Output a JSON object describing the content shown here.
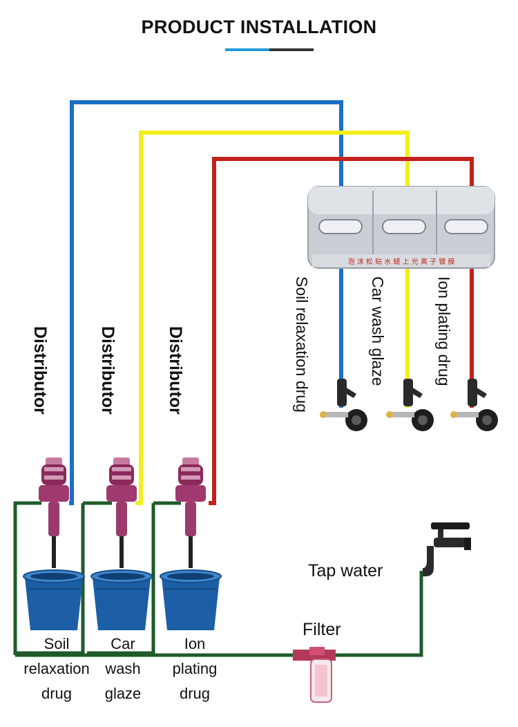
{
  "title": "PRODUCT INSTALLATION",
  "colors": {
    "accent_blue": "#1f9ad6",
    "accent_dark": "#333333",
    "pipe_blue": "#1b6fc4",
    "pipe_yellow": "#f2ee1e",
    "pipe_red": "#c1221b",
    "pipe_green": "#1e5a2a",
    "bucket": "#1c5fa6",
    "distributor": "#8a2a5a"
  },
  "distributors": [
    {
      "label": "Distributor",
      "icon": "distributor-pump-icon"
    },
    {
      "label": "Distributor",
      "icon": "distributor-pump-icon"
    },
    {
      "label": "Distributor",
      "icon": "distributor-pump-icon"
    }
  ],
  "buckets": [
    {
      "lines": [
        "Soil",
        "relaxation",
        "drug"
      ],
      "icon": "bucket-icon"
    },
    {
      "lines": [
        "Car",
        "wash",
        "glaze"
      ],
      "icon": "bucket-icon"
    },
    {
      "lines": [
        "Ion",
        "plating",
        "drug"
      ],
      "icon": "bucket-icon"
    }
  ],
  "cabinet": {
    "icon": "wall-cabinet-icon",
    "sign_text": "泡 沫 松 贴   水 蜡 上 光   离 子 镀 膜"
  },
  "nozzles": [
    {
      "label": "Soil relaxation drug",
      "icon": "spray-gun-icon"
    },
    {
      "label": "Car wash glaze",
      "icon": "spray-gun-icon"
    },
    {
      "label": "Ion plating drug",
      "icon": "spray-gun-icon"
    }
  ],
  "tap": {
    "label": "Tap water",
    "icon": "faucet-icon"
  },
  "filter": {
    "label": "Filter",
    "icon": "filter-icon"
  }
}
